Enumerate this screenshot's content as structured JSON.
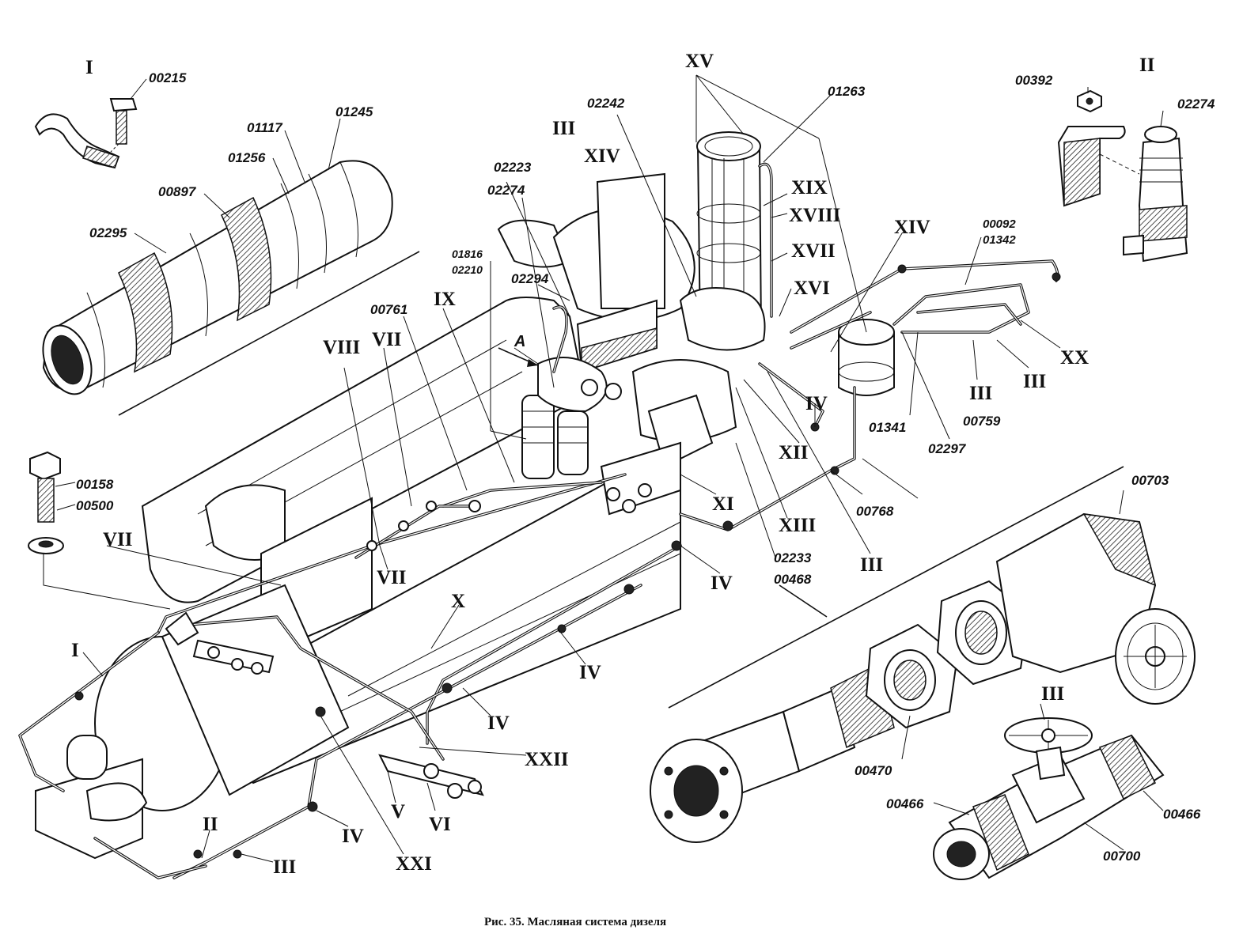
{
  "figure": {
    "caption": "Рис. 35. Масляная система дизеля"
  },
  "part_labels": [
    {
      "id": "l00215",
      "text": "00215"
    },
    {
      "id": "l01117",
      "text": "01117"
    },
    {
      "id": "l01245",
      "text": "01245"
    },
    {
      "id": "l01256",
      "text": "01256"
    },
    {
      "id": "l00897",
      "text": "00897"
    },
    {
      "id": "l02295",
      "text": "02295"
    },
    {
      "id": "l02242",
      "text": "02242"
    },
    {
      "id": "l01263",
      "text": "01263"
    },
    {
      "id": "l02223",
      "text": "02223"
    },
    {
      "id": "l02274a",
      "text": "02274"
    },
    {
      "id": "l01816",
      "text": "01816"
    },
    {
      "id": "l02210",
      "text": "02210"
    },
    {
      "id": "l02294",
      "text": "02294"
    },
    {
      "id": "l00761",
      "text": "00761"
    },
    {
      "id": "l00092",
      "text": "00092"
    },
    {
      "id": "l01342",
      "text": "01342"
    },
    {
      "id": "l00392",
      "text": "00392"
    },
    {
      "id": "l02274b",
      "text": "02274"
    },
    {
      "id": "l01341",
      "text": "01341"
    },
    {
      "id": "l00759",
      "text": "00759"
    },
    {
      "id": "l02297",
      "text": "02297"
    },
    {
      "id": "l00158",
      "text": "00158"
    },
    {
      "id": "l00500",
      "text": "00500"
    },
    {
      "id": "l00768",
      "text": "00768"
    },
    {
      "id": "l02233",
      "text": "02233"
    },
    {
      "id": "l00468",
      "text": "00468"
    },
    {
      "id": "l00703",
      "text": "00703"
    },
    {
      "id": "l00470",
      "text": "00470"
    },
    {
      "id": "l00466a",
      "text": "00466"
    },
    {
      "id": "l00466b",
      "text": "00466"
    },
    {
      "id": "l00700",
      "text": "00700"
    },
    {
      "id": "lA",
      "text": "A"
    }
  ],
  "section_labels": [
    {
      "id": "r1",
      "text": "I"
    },
    {
      "id": "r2",
      "text": "II"
    },
    {
      "id": "r3",
      "text": "III"
    },
    {
      "id": "r4",
      "text": "XV"
    },
    {
      "id": "r5",
      "text": "XIV"
    },
    {
      "id": "r6",
      "text": "XIX"
    },
    {
      "id": "r7",
      "text": "XVIII"
    },
    {
      "id": "r8",
      "text": "XVII"
    },
    {
      "id": "r9",
      "text": "XVI"
    },
    {
      "id": "r10",
      "text": "XIV"
    },
    {
      "id": "r11",
      "text": "IX"
    },
    {
      "id": "r12",
      "text": "VIII"
    },
    {
      "id": "r13",
      "text": "VII"
    },
    {
      "id": "r14",
      "text": "XX"
    },
    {
      "id": "r15",
      "text": "III"
    },
    {
      "id": "r16",
      "text": "III"
    },
    {
      "id": "r17",
      "text": "IV"
    },
    {
      "id": "r18",
      "text": "XII"
    },
    {
      "id": "r19",
      "text": "XI"
    },
    {
      "id": "r20",
      "text": "XIII"
    },
    {
      "id": "r21",
      "text": "III"
    },
    {
      "id": "r22",
      "text": "IV"
    },
    {
      "id": "r23",
      "text": "VII"
    },
    {
      "id": "r24",
      "text": "VII"
    },
    {
      "id": "r25",
      "text": "X"
    },
    {
      "id": "r26",
      "text": "IV"
    },
    {
      "id": "r27",
      "text": "I"
    },
    {
      "id": "r28",
      "text": "IV"
    },
    {
      "id": "r29",
      "text": "XXII"
    },
    {
      "id": "r30",
      "text": "V"
    },
    {
      "id": "r31",
      "text": "VI"
    },
    {
      "id": "r32",
      "text": "IV"
    },
    {
      "id": "r33",
      "text": "XXI"
    },
    {
      "id": "r34",
      "text": "II"
    },
    {
      "id": "r35",
      "text": "III"
    },
    {
      "id": "r36",
      "text": "III"
    }
  ]
}
